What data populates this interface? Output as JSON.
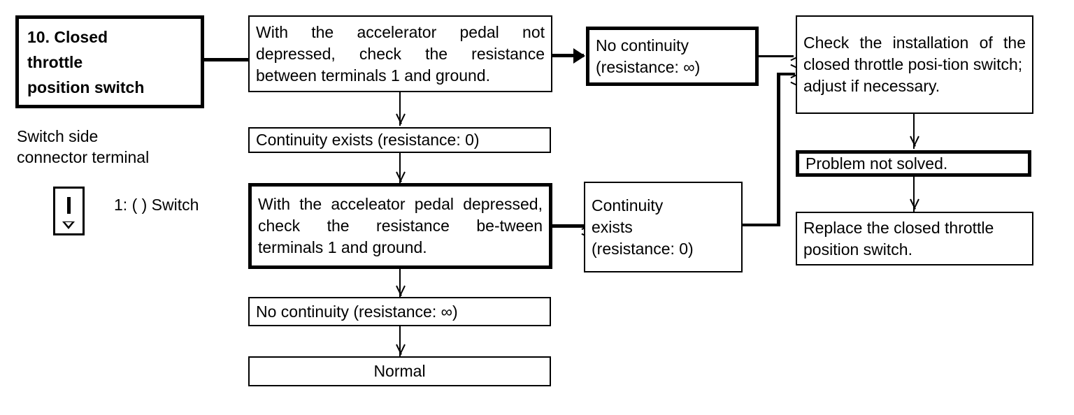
{
  "diagram": {
    "title_box": {
      "number": "10.",
      "text": "10. Closed\n     throttle\n     position switch"
    },
    "side_note": {
      "label": "Switch side\nconnector terminal",
      "terminal_legend": "1: ( ) Switch",
      "connector_icon": "connector-terminal-icon"
    },
    "nodes": {
      "test1": "With the accelerator pedal not depressed, check the resistance between terminals 1 and ground.",
      "test1_fail": "No continuity\n(resistance: ∞)",
      "test1_pass": "Continuity exists (resistance: 0)",
      "test2": "With the acceleator pedal depressed, check the resistance be-tween terminals 1 and ground.",
      "test2_fail": "Continuity\nexists\n(resistance: 0)",
      "test2_pass": "No continuity (resistance: ∞)",
      "normal": "Normal",
      "action_check": "Check the installation of the closed throttle posi-tion switch;\nadjust if necessary.",
      "action_unsolved": "Problem not solved.",
      "action_replace": "Replace the closed throttle position switch."
    },
    "colors": {
      "ink": "#000000",
      "paper": "#ffffff"
    }
  }
}
